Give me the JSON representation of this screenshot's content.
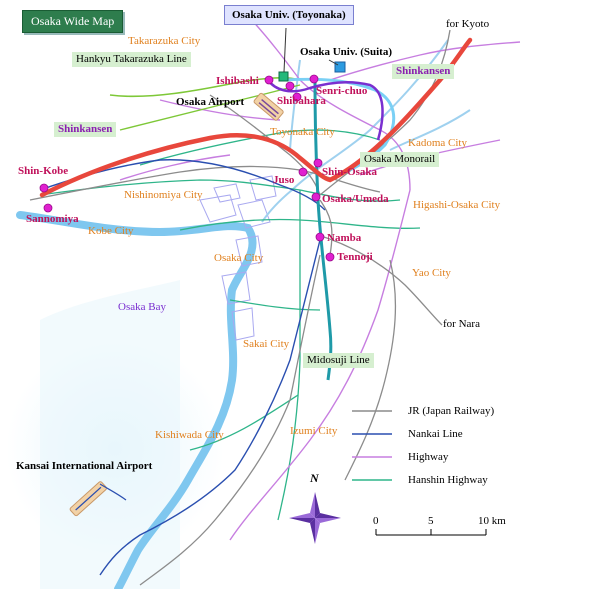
{
  "title": "Osaka Wide Map",
  "highlight_label": "Osaka Univ. (Toyonaka)",
  "places": {
    "takarazuka": "Takarazuka City",
    "hankyu": "Hankyu Takarazuka Line",
    "for_kyoto": "for Kyoto",
    "suita": "Osaka Univ. (Suita)",
    "ishibashi": "Ishibashi",
    "senri": "Senri-chuo",
    "shibahara": "Shibahara",
    "airport": "Osaka Airport",
    "shinkansen_w": "Shinkansen",
    "shinkansen_e": "Shinkansen",
    "toyonaka": "Toyonaka City",
    "kadoma": "Kadoma City",
    "monorail": "Osaka Monorail",
    "shinkobe": "Shin-Kobe",
    "juso": "Juso",
    "shinosaka": "Shin-Osaka",
    "nishinomiya": "Nishinomiya City",
    "umeda": "Osaka/Umeda",
    "higashiosaka": "Higashi-Osaka City",
    "sannomiya": "Sannomiya",
    "kobe": "Kobe City",
    "namba": "Namba",
    "osaka_city": "Osaka City",
    "tennoji": "Tennoji",
    "yao": "Yao City",
    "osaka_bay": "Osaka Bay",
    "for_nara": "for Nara",
    "sakai": "Sakai City",
    "midosuji": "Midosuji Line",
    "izumi": "Izumi City",
    "kishiwada": "Kishiwada City",
    "kansai": "Kansai International Airport"
  },
  "legend": [
    {
      "label": "JR  (Japan Railway)",
      "color": "#8c8c8c"
    },
    {
      "label": "Nankai Line",
      "color": "#2a4fb0"
    },
    {
      "label": "Highway",
      "color": "#c77ee0"
    },
    {
      "label": "Hanshin Highway",
      "color": "#2fb58a"
    }
  ],
  "compass": "N",
  "scale": {
    "ticks": [
      "0",
      "5",
      "10 km"
    ]
  },
  "colors": {
    "shinkansen": "#e8473c",
    "station": "#e020d0",
    "title_bg": "#2e7d4d",
    "water": "#8fd0f0"
  }
}
